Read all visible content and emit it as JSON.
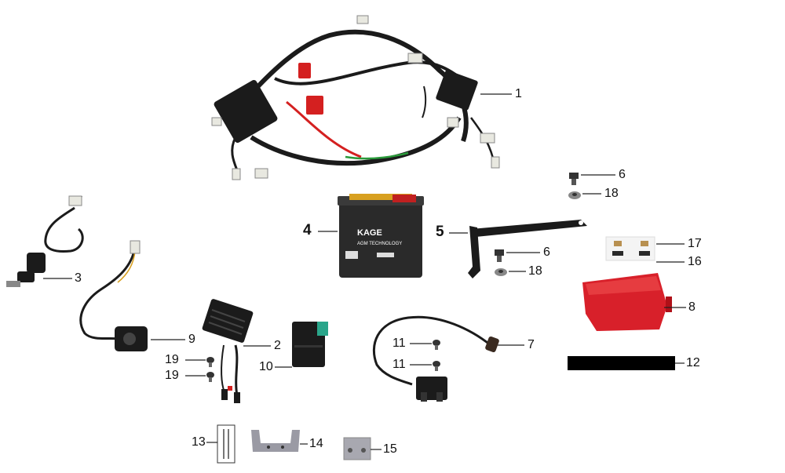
{
  "callouts": {
    "p1": "1",
    "p2": "2",
    "p3": "3",
    "p4": "4",
    "p5": "5",
    "p6a": "6",
    "p6b": "6",
    "p7": "7",
    "p8": "8",
    "p9": "9",
    "p10": "10",
    "p11a": "11",
    "p11b": "11",
    "p12": "12",
    "p13": "13",
    "p14": "14",
    "p15": "15",
    "p16": "16",
    "p17": "17",
    "p18a": "18",
    "p18b": "18",
    "p19a": "19",
    "p19b": "19"
  },
  "battery": {
    "brand": "KAGE",
    "subtitle": "AGM TECHNOLOGY"
  },
  "colors": {
    "wire": "#1b1b1b",
    "wire_red": "#d42020",
    "wire_green": "#2a9a3a",
    "tail_light": "#d8202a",
    "cdi_tab": "#2aa58a",
    "connector": "#e8e8e0",
    "battery_cap": "#d8a020",
    "redacted_bar": "#000000"
  }
}
